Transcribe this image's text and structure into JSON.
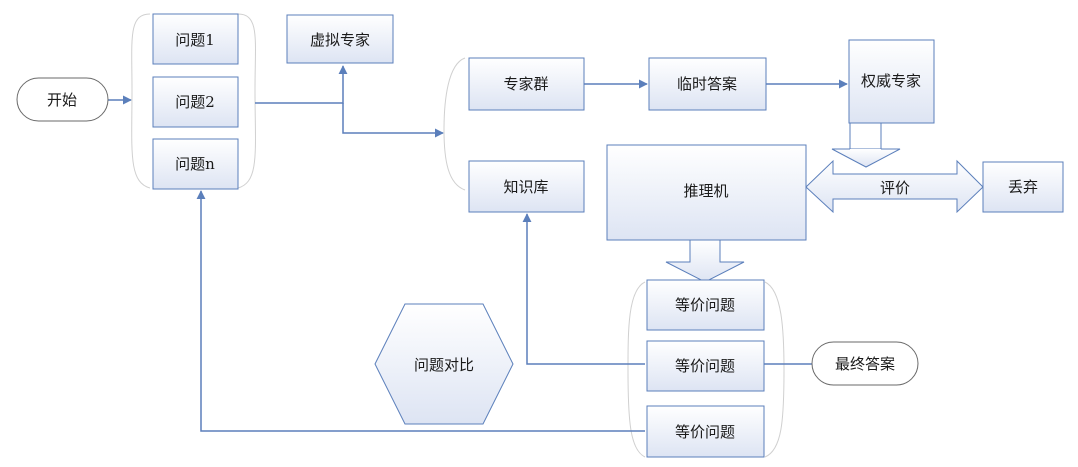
{
  "colors": {
    "box_stroke": "#5b7fbb",
    "connector": "#5b7fbb",
    "group_outline": "#d0d0d0",
    "fill_top": "#ffffff",
    "fill_bottom": "#dde4f3"
  },
  "nodes": {
    "start": "开始",
    "q1": "问题1",
    "q2": "问题2",
    "qn": "问题n",
    "virtual_expert": "虚拟专家",
    "expert_group": "专家群",
    "temp_answer": "临时答案",
    "authority_expert": "权威专家",
    "knowledge_base": "知识库",
    "inference_engine": "推理机",
    "evaluate": "评价",
    "discard": "丢弃",
    "eq1": "等价问题",
    "eq2": "等价问题",
    "eq3": "等价问题",
    "final_answer": "最终答案",
    "compare": "问题对比"
  }
}
